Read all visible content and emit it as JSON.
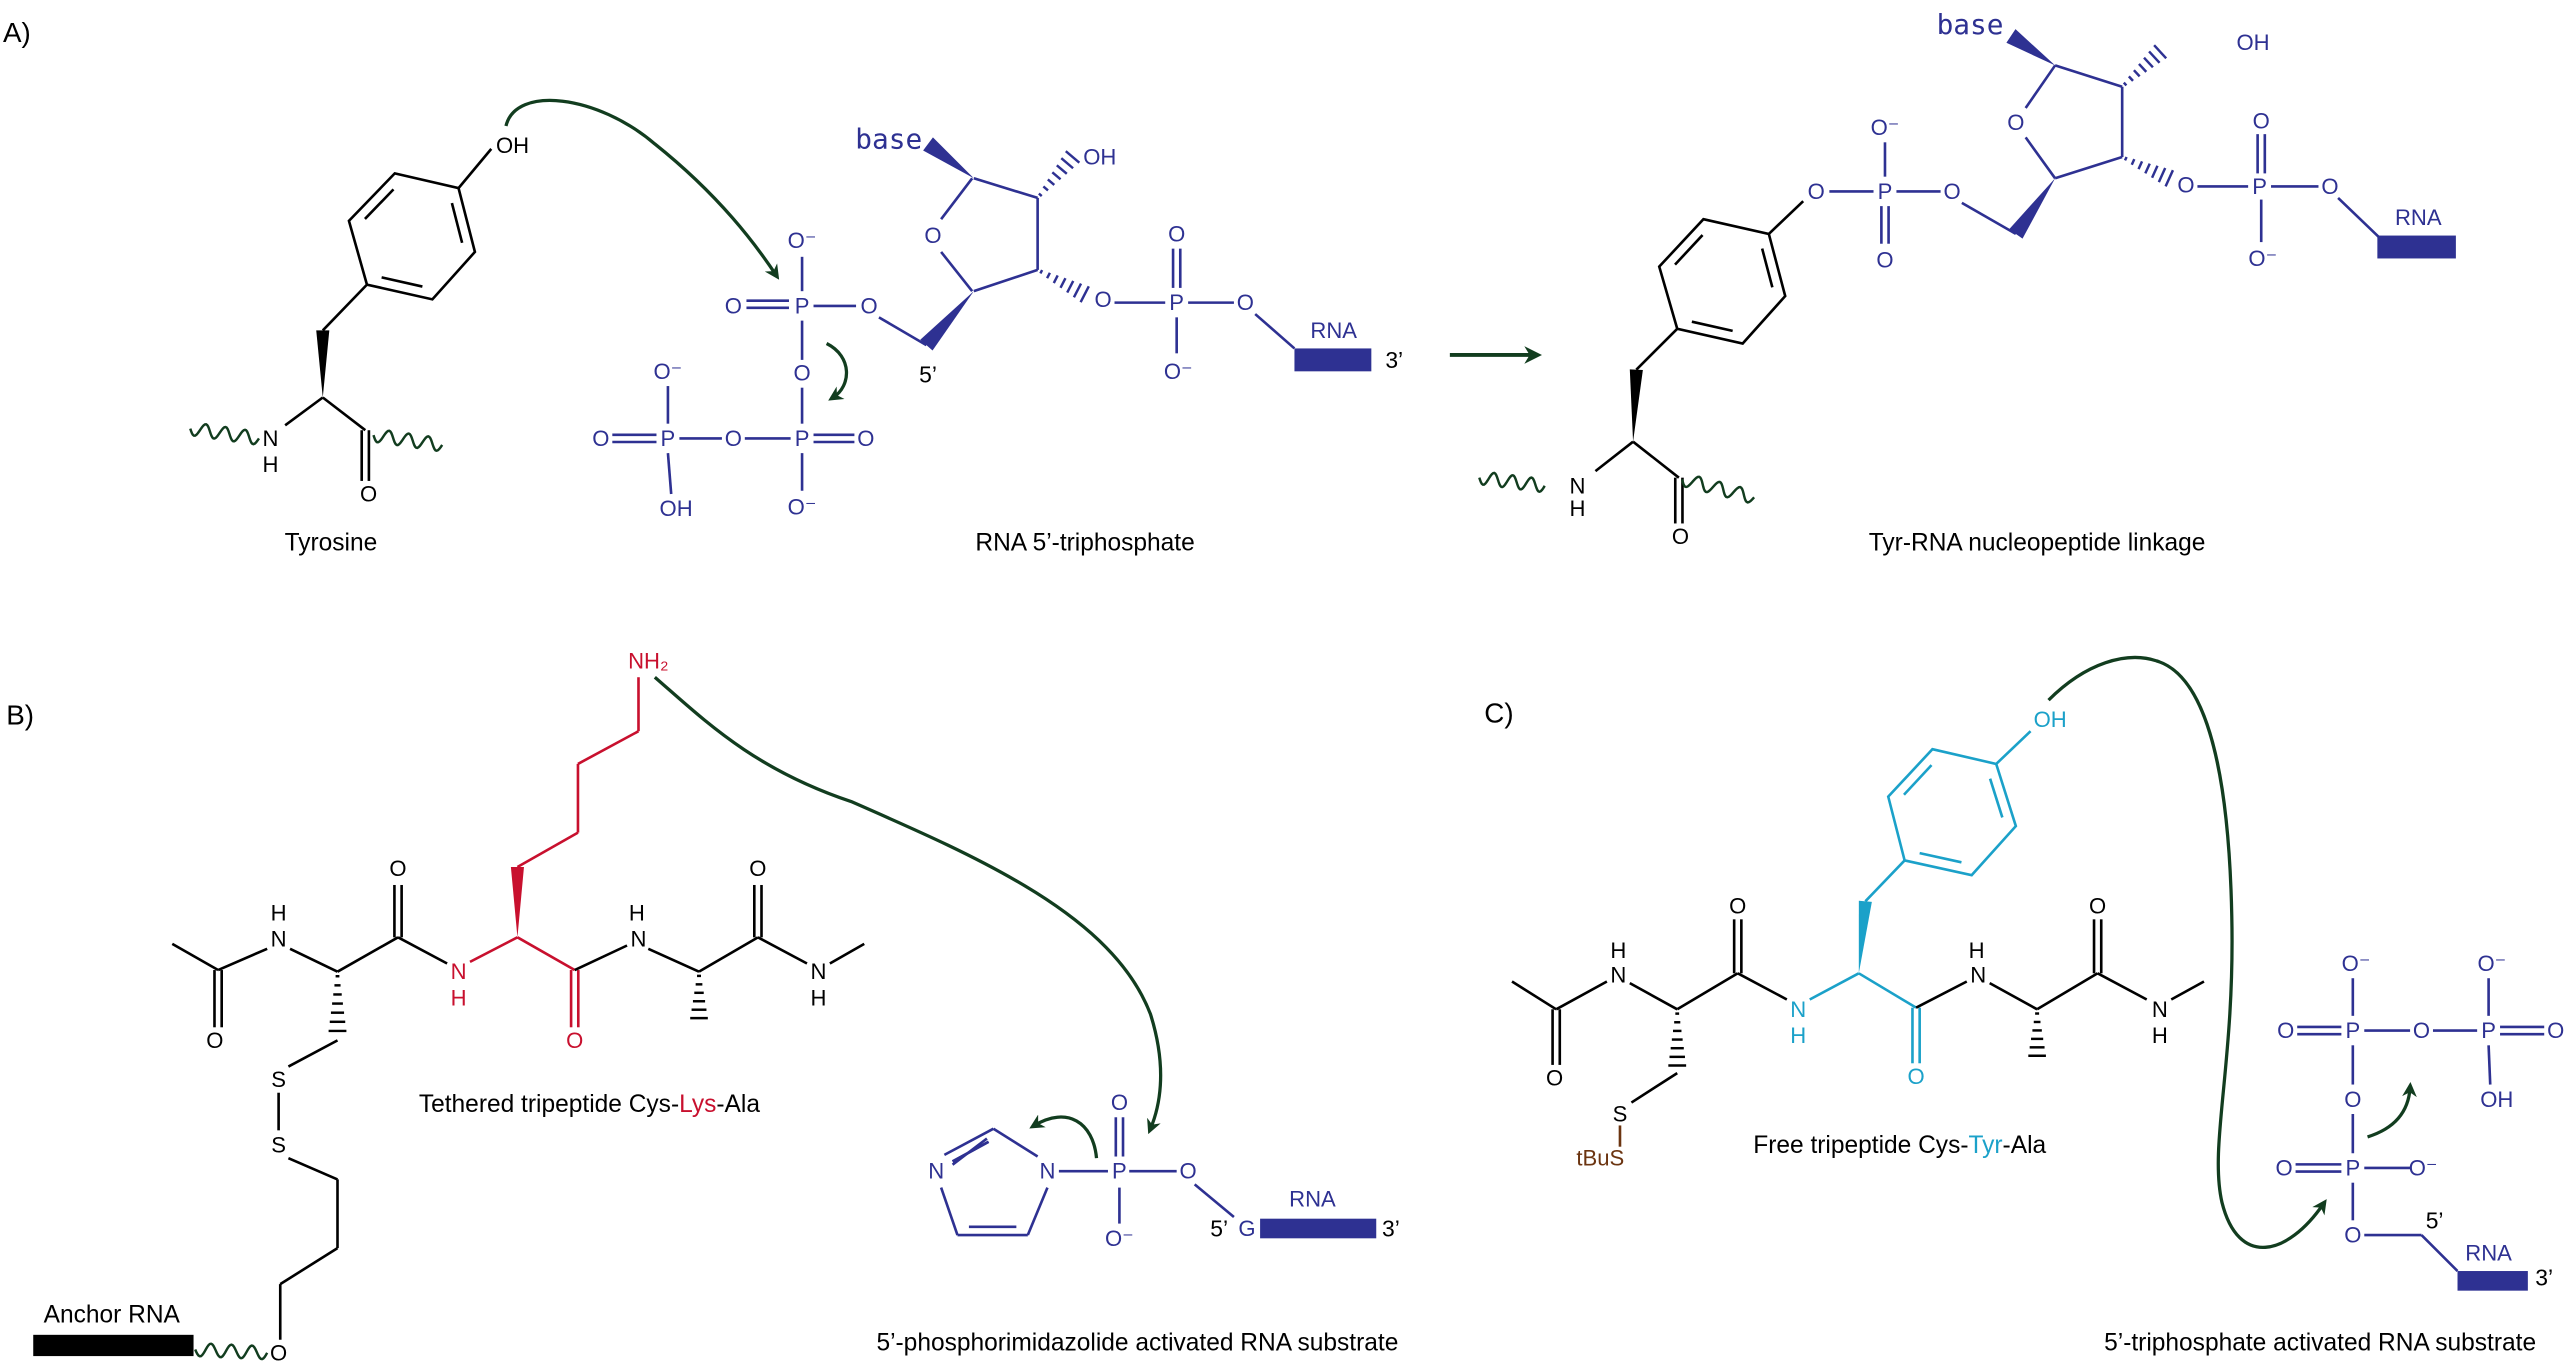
{
  "colors": {
    "rna_blue": "#2e3192",
    "lysine_red": "#c8102e",
    "tyrosine_cyan": "#1ba1c9",
    "tbus_brown": "#6b3410",
    "arrow_green": "#123d1f",
    "black": "#000000"
  },
  "panel_labels": {
    "a": "A)",
    "b": "B)",
    "c": "C)"
  },
  "panel_a": {
    "tyrosine": {
      "caption": "Tyrosine",
      "oh": "OH",
      "n": "N",
      "h": "H",
      "o": "O"
    },
    "triphosphate": {
      "caption": "RNA 5’-triphosphate",
      "o_minus": "O⁻",
      "o": "O",
      "p": "P",
      "oh": "OH",
      "base": "base",
      "rna": "RNA",
      "five_prime": "5’",
      "three_prime": "3’"
    },
    "product": {
      "caption": "Tyr-RNA nucleopeptide linkage",
      "o_minus": "O⁻",
      "o": "O",
      "p": "P",
      "oh": "OH",
      "base": "base",
      "rna": "RNA",
      "n": "N",
      "h": "H"
    }
  },
  "panel_b": {
    "caption_parts": [
      "Tethered tripeptide Cys-",
      "Lys",
      "-Ala"
    ],
    "atoms": {
      "nh2": "NH₂",
      "n": "N",
      "h": "H",
      "o": "O",
      "s": "S"
    },
    "anchor_rna": "Anchor RNA",
    "substrate": {
      "caption": "5’-phosphorimidazolide activated RNA substrate",
      "n": "N",
      "p": "P",
      "o": "O",
      "o_minus": "O⁻",
      "g": "G",
      "rna": "RNA",
      "five_prime": "5’",
      "three_prime": "3’"
    }
  },
  "panel_c": {
    "caption_parts": [
      "Free tripeptide Cys-",
      "Tyr",
      "-Ala"
    ],
    "atoms": {
      "oh": "OH",
      "n": "N",
      "h": "H",
      "o": "O",
      "s": "S",
      "tbus": "tBuS"
    },
    "substrate": {
      "caption": "5’-triphosphate activated RNA substrate",
      "o_minus": "O⁻",
      "o": "O",
      "p": "P",
      "oh": "OH",
      "rna": "RNA",
      "five_prime": "5’",
      "three_prime": "3’"
    }
  }
}
